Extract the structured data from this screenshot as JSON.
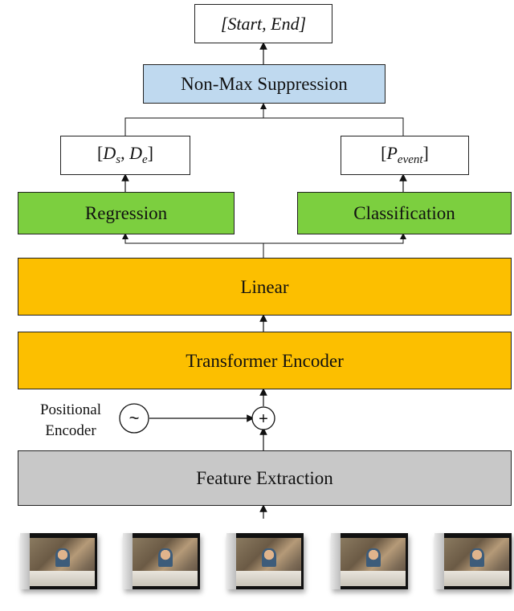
{
  "output": {
    "label": "[Start, End]"
  },
  "nms": {
    "label": "Non-Max Suppression"
  },
  "regression_output": {
    "open": "[",
    "d_s": "D",
    "d_s_sub": "s",
    "sep": ", ",
    "d_e": "D",
    "d_e_sub": "e",
    "close": "]"
  },
  "classification_output": {
    "open": "[",
    "p": "P",
    "p_sub": "event",
    "close": "]"
  },
  "regression": {
    "label": "Regression"
  },
  "classification": {
    "label": "Classification"
  },
  "linear": {
    "label": "Linear"
  },
  "transformer": {
    "label": "Transformer Encoder"
  },
  "positional": {
    "line1": "Positional",
    "line2": "Encoder",
    "symbol": "~"
  },
  "adder": {
    "symbol": "+"
  },
  "feature": {
    "label": "Feature Extraction"
  },
  "frames": [
    {},
    {},
    {},
    {},
    {}
  ],
  "colors": {
    "nms": "#bfd9ef",
    "heads": "#7ccf3f",
    "encoder": "#fcbf00",
    "feature": "#c8c8c8"
  }
}
